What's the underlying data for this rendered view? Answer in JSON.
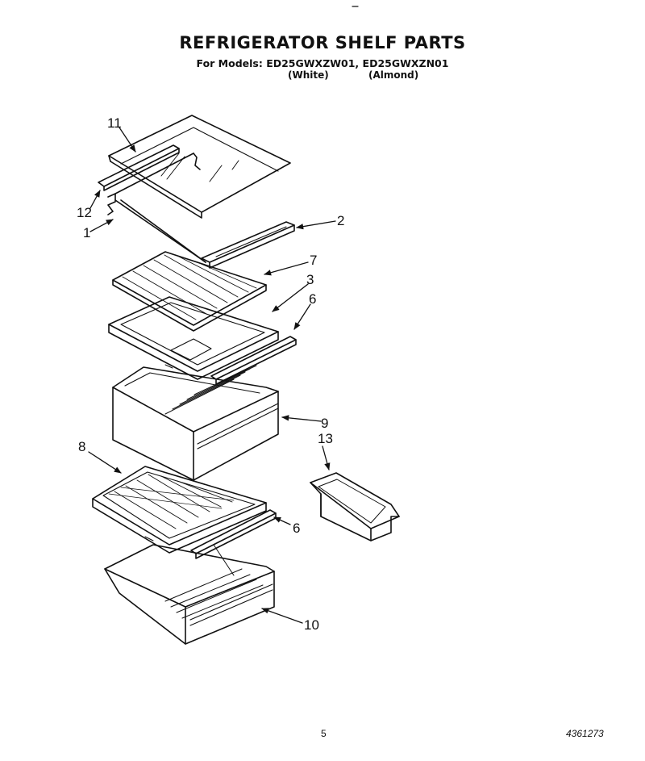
{
  "header": {
    "title": "REFRIGERATOR SHELF PARTS",
    "models": "For Models: ED25GWXZW01, ED25GWXZN01",
    "variant_white": "(White)",
    "variant_almond": "(Almond)"
  },
  "callouts": {
    "c11": "11",
    "c12": "12",
    "c1": "1",
    "c2": "2",
    "c7": "7",
    "c3": "3",
    "c6a": "6",
    "c9": "9",
    "c13": "13",
    "c8": "8",
    "c6b": "6",
    "c10": "10"
  },
  "footer": {
    "page_number": "5",
    "document_number": "4361273"
  }
}
